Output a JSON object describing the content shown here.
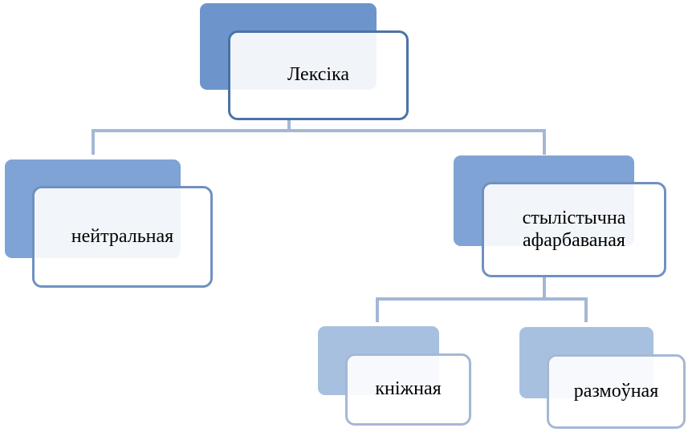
{
  "diagram": {
    "type": "hierarchy",
    "root": {
      "label": "Лексіка"
    },
    "level1": [
      {
        "label": "нейтральная"
      },
      {
        "label": "стылістычна афарбаваная"
      }
    ],
    "level2": [
      {
        "label": "кніжная"
      },
      {
        "label": "размоўная"
      }
    ]
  },
  "colors": {
    "level0_shadow": "#6d95cc",
    "level0_border": "#4a73a8",
    "level1_shadow": "#7fa3d4",
    "level1_border": "#6f91c0",
    "level2_shadow": "#a8c0e0",
    "level2_border": "#a4b8d4",
    "connector": "#a3b8d6"
  }
}
